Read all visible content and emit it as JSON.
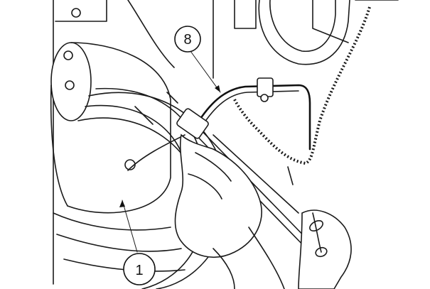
{
  "callouts": [
    {
      "id": "callout-8",
      "label": "8"
    },
    {
      "id": "callout-1",
      "label": "1"
    }
  ],
  "colors": {
    "ink": "#1a1a1a",
    "paper": "#ffffff"
  }
}
